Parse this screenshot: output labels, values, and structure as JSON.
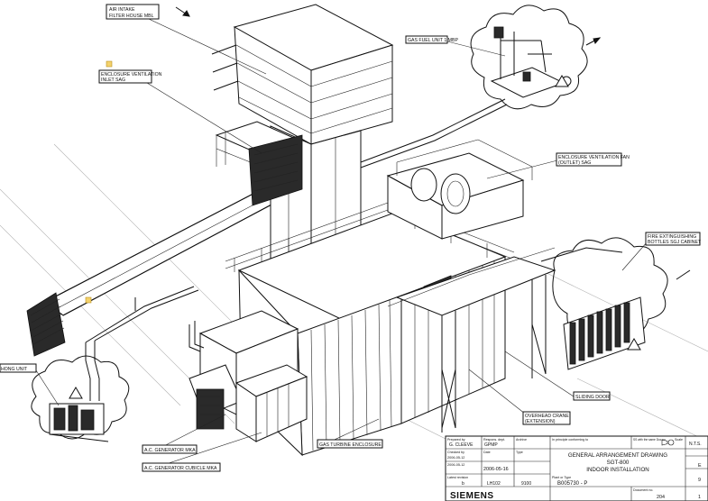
{
  "labels": {
    "air_intake": "AIR INTAKE",
    "filter_house": "FILTER HOUSE MBL",
    "enclosure_vent_inlet_1": "ENCLOSURE VENTILATION",
    "enclosure_vent_inlet_2": "INLET SAG",
    "gas_fuel_unit": "GAS FUEL UNIT 1 MBP",
    "enclosure_vent_fan_1": "ENCLOSURE VENTILATION FAN",
    "enclosure_vent_fan_2": "(OUTLET) SAG",
    "fire_ext_1": "FIRE EXTINGUISHING",
    "fire_ext_2": "BOTTLES SGJ CABINET",
    "cooling_unit": "HONG UNIT",
    "sliding_door": "SLIDING DOOR",
    "overhead_crane_1": "OVERHEAD CRANE",
    "overhead_crane_2": "(EXTENSION)",
    "ac_generator": "A.C. GENERATOR MKA",
    "ac_generator_cubicle": "A.C. GENERATOR CUBICLE MKA",
    "gas_turbine_enclosure": "GAS TURBINE ENCLOSURE"
  },
  "title_block": {
    "prepared_by_label": "Prepared by",
    "prepared_by": "G. CLEEVE",
    "checked_label": "Checked by",
    "checked_date": "2006-05-12",
    "resp_dept_label": "Respons. dept.",
    "resp_dept": "GPMP",
    "archive_label": "Archive",
    "principle_label": "In principle conforming to",
    "size_note": "SS with the same Doc.no.",
    "scale_label": "Scale",
    "scale": "N.T.S.",
    "approved_date": "2006-05-12",
    "date_label": "Date",
    "date": "2006-05-16",
    "type_label": "Type",
    "rev_label": "Latest revision",
    "rev": "b",
    "lh": "LH102",
    "code": "9100",
    "title_1": "GENERAL ARRANGEMENT DRAWING",
    "title_2": "SGT-800",
    "title_3": "INDOOR INSTALLATION",
    "plant_label": "Plant or Type",
    "doc_no_label": "Document no.",
    "doc_no": "B005730 - P",
    "sheet_no": "204",
    "side_1": "E",
    "side_2": "9",
    "side_3": "1",
    "company": "SIEMENS"
  }
}
